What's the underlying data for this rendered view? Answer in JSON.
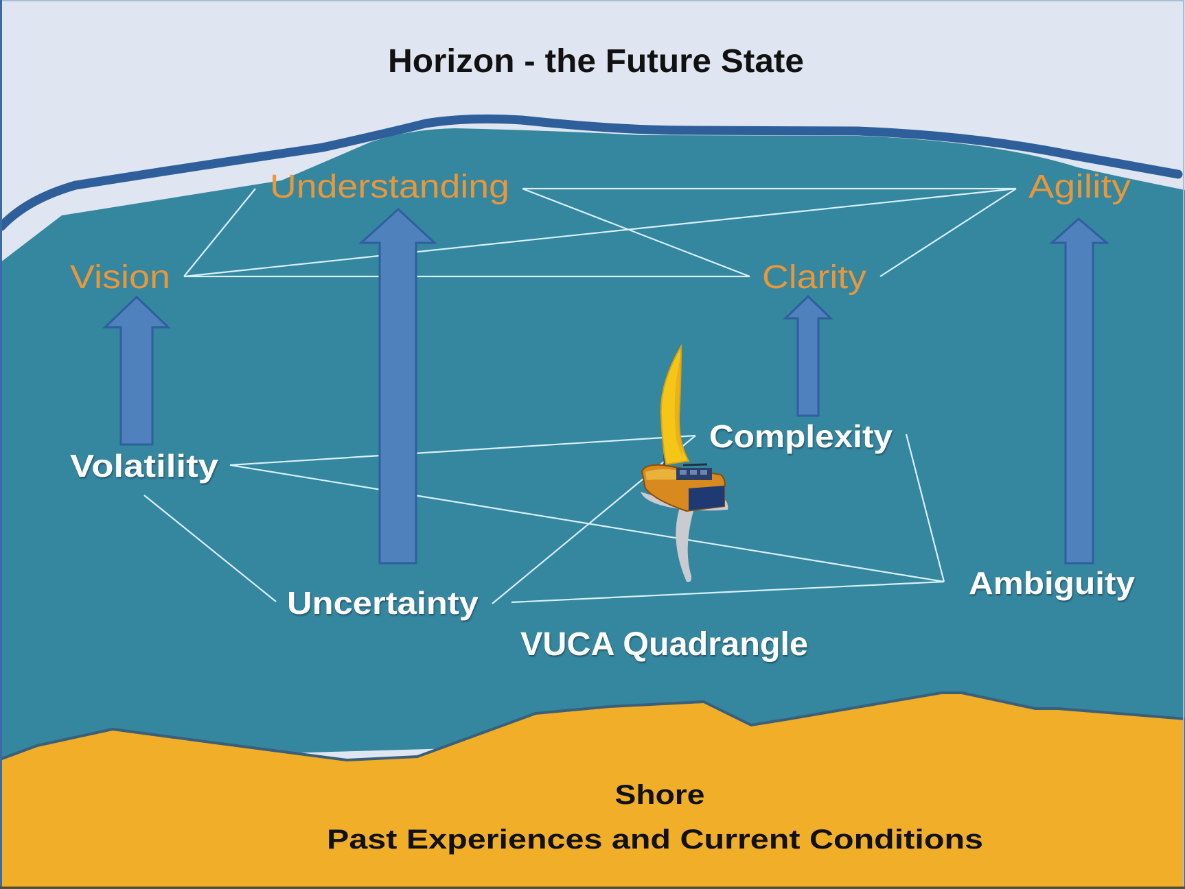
{
  "title": "Horizon - the Future State",
  "colors": {
    "sky": "#dfe6f1",
    "horizon_band": "#2f5f9a",
    "water": "#35869f",
    "shore": "#f0ae29",
    "shore_edge": "#3a5f7a",
    "arrow_fill": "#4f81bd",
    "arrow_stroke": "#2f5f9e",
    "outcome_text": "#e8973b",
    "vuca_text": "#ffffff",
    "connector_lines": "#d8f0ff"
  },
  "outcomes": {
    "vision": "Vision",
    "understanding": "Understanding",
    "clarity": "Clarity",
    "agility": "Agility"
  },
  "vuca": {
    "volatility": "Volatility",
    "uncertainty": "Uncertainty",
    "complexity": "Complexity",
    "ambiguity": "Ambiguity",
    "caption": "VUCA Quadrangle"
  },
  "arrows": [
    {
      "from": "Volatility",
      "to": "Vision"
    },
    {
      "from": "Uncertainty",
      "to": "Understanding"
    },
    {
      "from": "Complexity",
      "to": "Clarity"
    },
    {
      "from": "Ambiguity",
      "to": "Agility"
    }
  ],
  "boat": {
    "icon": "sailboat-icon"
  },
  "shore": {
    "title": "Shore",
    "subtitle": "Past Experiences and Current Conditions"
  }
}
